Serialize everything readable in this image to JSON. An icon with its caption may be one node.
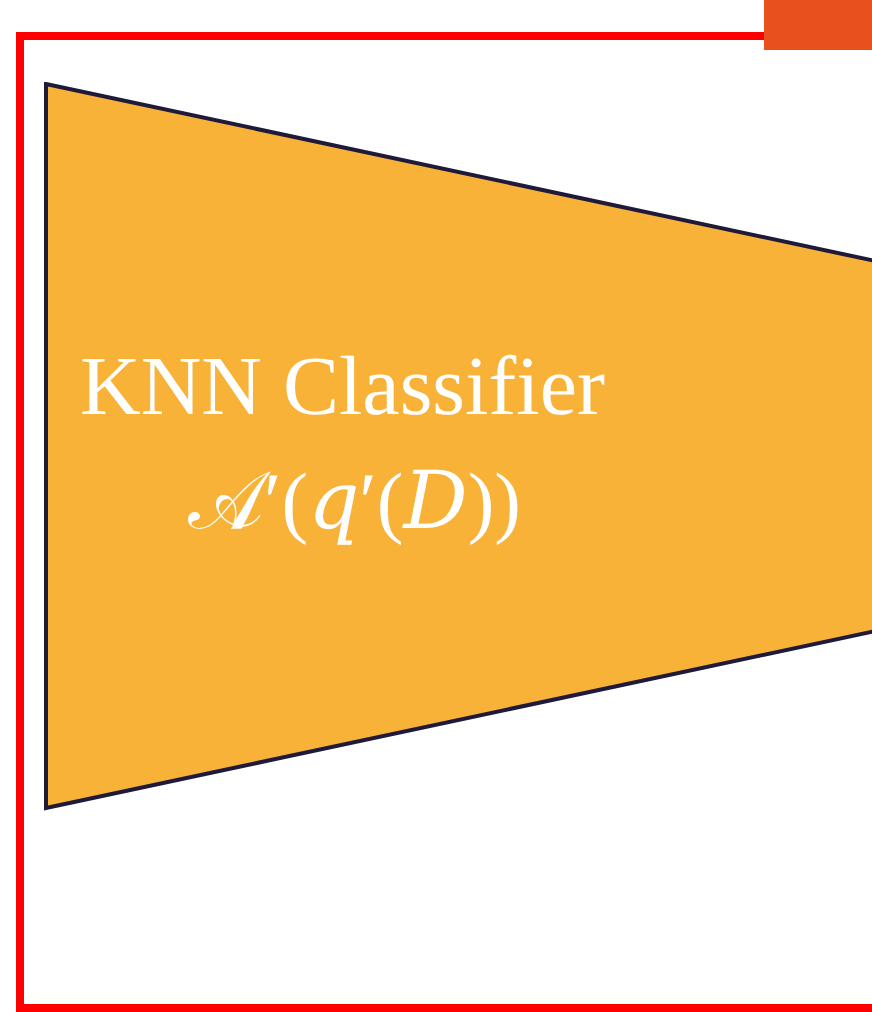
{
  "diagram": {
    "nodes": [
      {
        "text": [],
        "shape": "box"
      },
      {
        "text": [
          "KNN Classifier",
          "𝒜′(𝑞′(𝐷))"
        ],
        "in": 0
      },
      {
        "text": [],
        "shape": "bar"
      }
    ]
  }
}
